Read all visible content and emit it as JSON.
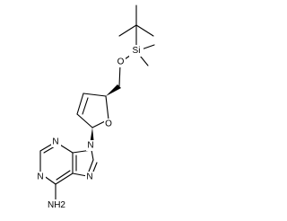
{
  "structure": {
    "atoms": {
      "si": "Si",
      "o_ether": "O",
      "o_ring": "O",
      "n9": "N",
      "n1": "N",
      "n3": "N",
      "n7": "N",
      "amine": "NH2"
    },
    "colors": {
      "ink": "#000000",
      "background": "#ffffff"
    },
    "wedge_bonds": [
      "C4'-CH2",
      "C1'-N9"
    ]
  }
}
